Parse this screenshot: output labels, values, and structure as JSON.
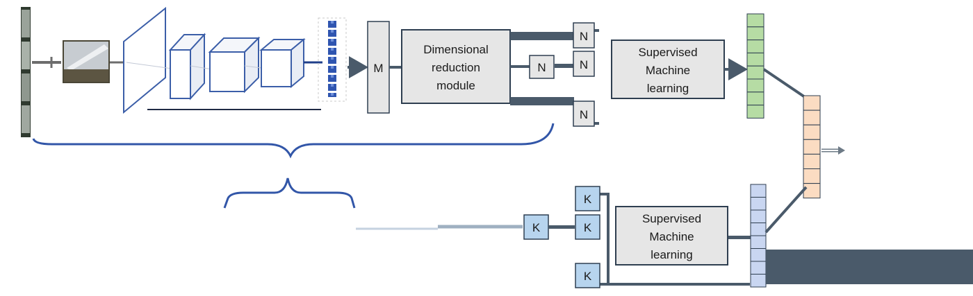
{
  "boxes": {
    "m_label": "M",
    "dim_reduction": [
      "Dimensional",
      "reduction",
      "module"
    ],
    "n_label": "N",
    "k_label": "K",
    "sml_top": [
      "Supervised",
      "Machine",
      "learning"
    ],
    "sml_bottom": [
      "Supervised",
      "Machine",
      "learning"
    ]
  },
  "colors": {
    "cnn_stroke": "#3b5ea8",
    "feature_blue": "#4a73c9",
    "gray_box": "#e6e6e6",
    "k_box": "#b7d4ee",
    "green_vector": "#b6dca4",
    "orange_vector": "#fbdcc2",
    "blue_vector": "#c9d6f1",
    "connector": "#4a5a6a"
  }
}
